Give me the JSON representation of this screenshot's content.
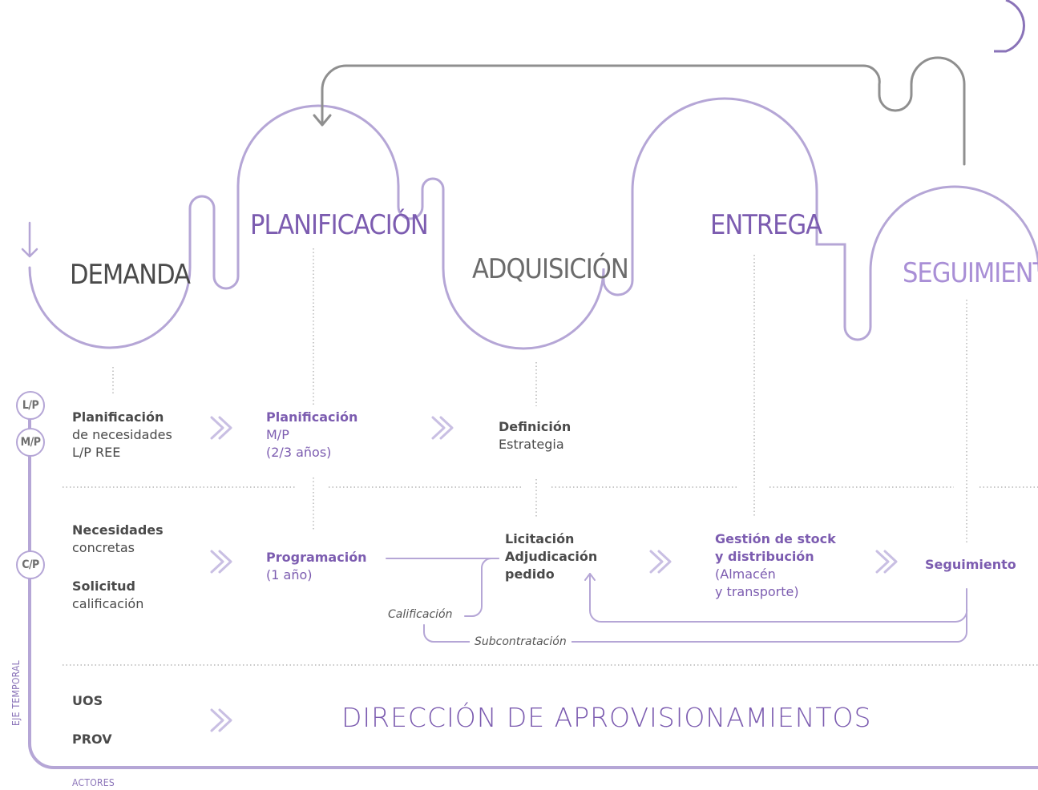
{
  "stages": {
    "demanda": "DEMANDA",
    "planificacion": "PLANIFICACIÓN",
    "adquisicion": "ADQUISICIÓN",
    "entrega": "ENTREGA",
    "seguimiento": "SEGUIMIENTO"
  },
  "badges": {
    "lp": "L/P",
    "mp": "M/P",
    "cp": "C/P"
  },
  "row1": {
    "col1_bold": "Planificación",
    "col1_l2": "de necesidades",
    "col1_l3": "L/P REE",
    "col2_bold": "Planificación",
    "col2_l2": "M/P",
    "col2_l3": "(2/3 años)",
    "col3_bold": "Definición",
    "col3_l2": "Estrategia"
  },
  "row2": {
    "nec_bold": "Necesidades",
    "nec_l2": "concretas",
    "sol_bold": "Solicitud",
    "sol_l2": "calificación",
    "prog_bold": "Programación",
    "prog_l2": "(1 año)",
    "lic_l1": "Licitación",
    "lic_l2": "Adjudicación",
    "lic_l3": "pedido",
    "ges_l1": "Gestión de stock",
    "ges_l2": "y distribución",
    "ges_l3": "(Almacén",
    "ges_l4": "y transporte)",
    "seg": "Seguimiento",
    "calificacion": "Calificación",
    "subcontratacion": "Subcontratación"
  },
  "row3": {
    "uos": "UOS",
    "prov": "PROV",
    "direccion": "DIRECCIÓN DE APROVISIONAMIENTOS"
  },
  "axis": {
    "eje": "EJE TEMPORAL",
    "actores": "ACTORES"
  },
  "colors": {
    "purple": "#7c5cb0",
    "lavender": "#b5a6d6",
    "gray": "#8a8a8a",
    "text": "#4a4a4a"
  }
}
